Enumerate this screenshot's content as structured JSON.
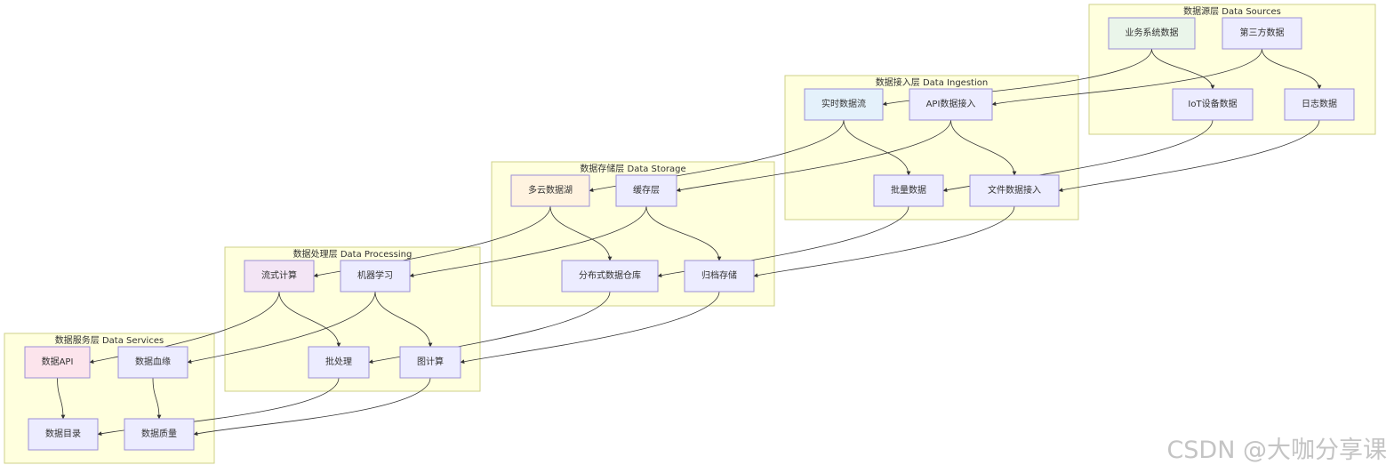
{
  "colors": {
    "node_default": "#ececff",
    "node_green": "#eaf5ea",
    "node_blue": "#e4f1fb",
    "node_peach": "#fff3e0",
    "node_violet": "#f3e5f5",
    "node_pink": "#fce4ec",
    "cluster_fill": "#ffffde",
    "cluster_border": "#cfd08a",
    "edge": "#333333"
  },
  "clusters": [
    {
      "id": "sources",
      "title": "数据源层 Data Sources"
    },
    {
      "id": "ingestion",
      "title": "数据接入层 Data Ingestion"
    },
    {
      "id": "storage",
      "title": "数据存储层 Data Storage"
    },
    {
      "id": "processing",
      "title": "数据处理层 Data Processing"
    },
    {
      "id": "services",
      "title": "数据服务层 Data Services"
    }
  ],
  "nodes": [
    {
      "id": "biz",
      "label": "业务系统数据",
      "cluster": "sources",
      "color": "green"
    },
    {
      "id": "third",
      "label": "第三方数据",
      "cluster": "sources",
      "color": "default"
    },
    {
      "id": "iot",
      "label": "IoT设备数据",
      "cluster": "sources",
      "color": "default"
    },
    {
      "id": "log",
      "label": "日志数据",
      "cluster": "sources",
      "color": "default"
    },
    {
      "id": "rt",
      "label": "实时数据流",
      "cluster": "ingestion",
      "color": "blue"
    },
    {
      "id": "api",
      "label": "API数据接入",
      "cluster": "ingestion",
      "color": "default"
    },
    {
      "id": "batch",
      "label": "批量数据",
      "cluster": "ingestion",
      "color": "default"
    },
    {
      "id": "file",
      "label": "文件数据接入",
      "cluster": "ingestion",
      "color": "default"
    },
    {
      "id": "lake",
      "label": "多云数据湖",
      "cluster": "storage",
      "color": "peach"
    },
    {
      "id": "cache",
      "label": "缓存层",
      "cluster": "storage",
      "color": "default"
    },
    {
      "id": "dw",
      "label": "分布式数据仓库",
      "cluster": "storage",
      "color": "default"
    },
    {
      "id": "archive",
      "label": "归档存储",
      "cluster": "storage",
      "color": "default"
    },
    {
      "id": "stream",
      "label": "流式计算",
      "cluster": "processing",
      "color": "violet"
    },
    {
      "id": "ml",
      "label": "机器学习",
      "cluster": "processing",
      "color": "default"
    },
    {
      "id": "bproc",
      "label": "批处理",
      "cluster": "processing",
      "color": "default"
    },
    {
      "id": "graph",
      "label": "图计算",
      "cluster": "processing",
      "color": "default"
    },
    {
      "id": "dapi",
      "label": "数据API",
      "cluster": "services",
      "color": "pink"
    },
    {
      "id": "lineage",
      "label": "数据血缘",
      "cluster": "services",
      "color": "default"
    },
    {
      "id": "catalog",
      "label": "数据目录",
      "cluster": "services",
      "color": "default"
    },
    {
      "id": "quality",
      "label": "数据质量",
      "cluster": "services",
      "color": "default"
    }
  ],
  "edges": [
    {
      "from": "biz",
      "to": "rt"
    },
    {
      "from": "biz",
      "to": "iot"
    },
    {
      "from": "third",
      "to": "api"
    },
    {
      "from": "third",
      "to": "log"
    },
    {
      "from": "iot",
      "to": "batch"
    },
    {
      "from": "log",
      "to": "file"
    },
    {
      "from": "rt",
      "to": "lake"
    },
    {
      "from": "rt",
      "to": "batch"
    },
    {
      "from": "api",
      "to": "cache"
    },
    {
      "from": "api",
      "to": "file"
    },
    {
      "from": "batch",
      "to": "dw"
    },
    {
      "from": "file",
      "to": "archive"
    },
    {
      "from": "lake",
      "to": "stream"
    },
    {
      "from": "lake",
      "to": "dw"
    },
    {
      "from": "cache",
      "to": "ml"
    },
    {
      "from": "cache",
      "to": "archive"
    },
    {
      "from": "dw",
      "to": "bproc"
    },
    {
      "from": "archive",
      "to": "graph"
    },
    {
      "from": "stream",
      "to": "dapi"
    },
    {
      "from": "stream",
      "to": "bproc"
    },
    {
      "from": "ml",
      "to": "lineage"
    },
    {
      "from": "ml",
      "to": "graph"
    },
    {
      "from": "bproc",
      "to": "catalog"
    },
    {
      "from": "graph",
      "to": "quality"
    },
    {
      "from": "dapi",
      "to": "catalog"
    },
    {
      "from": "lineage",
      "to": "quality"
    }
  ],
  "watermark": "CSDN @大咖分享课"
}
